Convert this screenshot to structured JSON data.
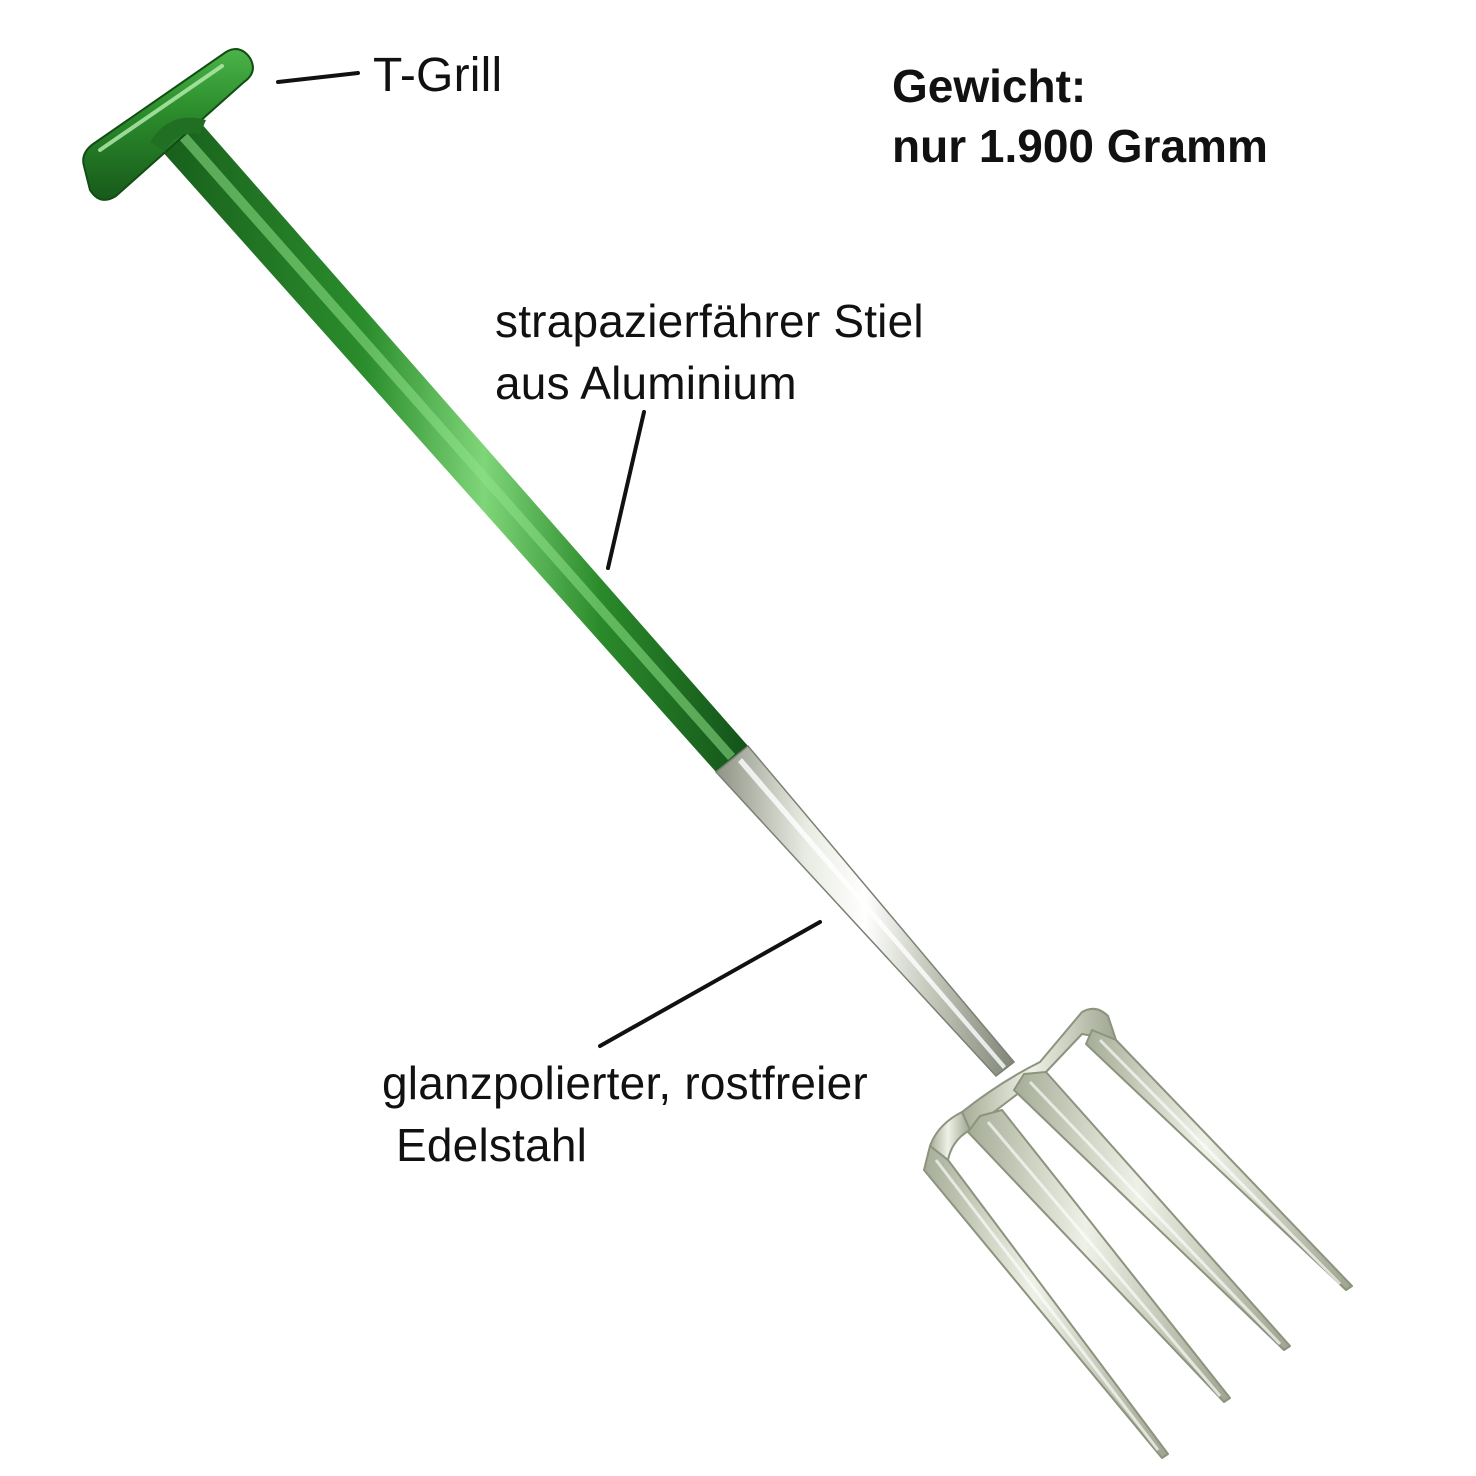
{
  "colors": {
    "background": "#ffffff",
    "handle_green": "#2a8a2a",
    "handle_green_dark": "#17601b",
    "handle_green_light": "#6fcf6a",
    "steel": "#d9d9cf",
    "steel_dark": "#9aa08f",
    "text": "#111111"
  },
  "callouts": {
    "t_grip": {
      "label": "T-Grill"
    },
    "handle": {
      "line1": "strapazierfährer Stiel",
      "line2": "aus Aluminium"
    },
    "steel": {
      "line1": "glanzpolierter, rostfreier",
      "line2": "Edelstahl"
    }
  },
  "weight": {
    "line1": "Gewicht:",
    "line2": "nur 1.900 Gramm"
  },
  "product": {
    "type": "digging-fork",
    "tines": 4
  }
}
